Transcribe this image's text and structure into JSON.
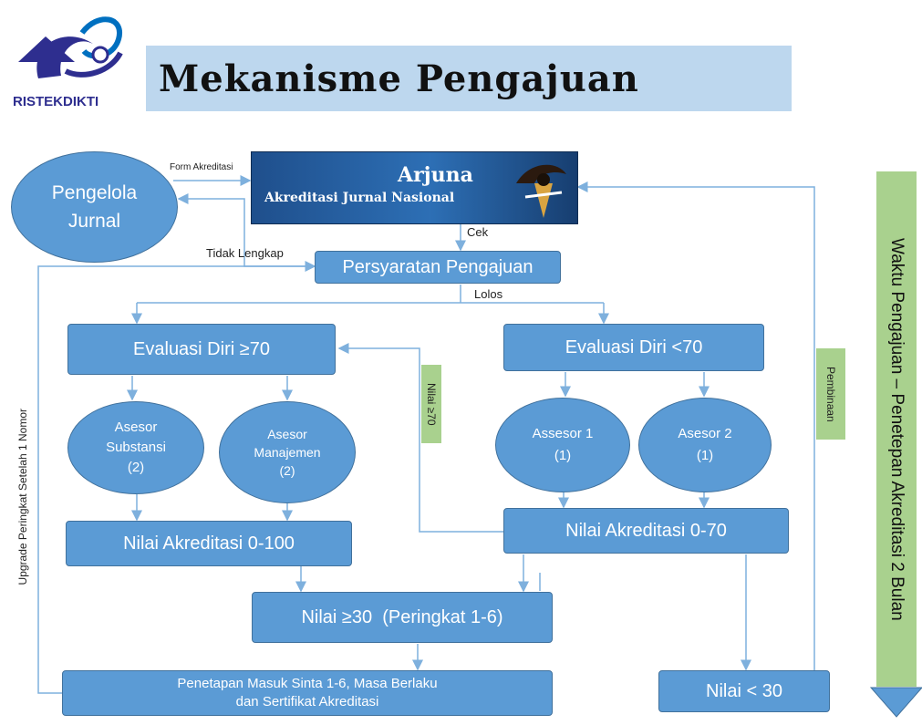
{
  "logo": {
    "text": "RISTEKDIKTI",
    "colors": {
      "primary": "#2e2e8f",
      "accent": "#0070c0"
    }
  },
  "title": "Mekanisme Pengajuan",
  "banner": {
    "title": "Arjuna",
    "subtitle": "Akreditasi Jurnal Nasional"
  },
  "nodes": {
    "pengelola": "Pengelola Jurnal",
    "persyaratan": "Persyaratan Pengajuan",
    "eval_high": "Evaluasi Diri ≥70",
    "eval_low": "Evaluasi Diri <70",
    "asesor_substansi": {
      "name": "Asesor Substansi",
      "count": "(2)"
    },
    "asesor_manajemen": {
      "name": "Asesor Manajemen",
      "count": "(2)"
    },
    "assesor1": {
      "name": "Assesor 1",
      "count": "(1)"
    },
    "asesor2": {
      "name": "Asesor 2",
      "count": "(1)"
    },
    "nilai_100": "Nilai Akreditasi 0-100",
    "nilai_70": "Nilai Akreditasi 0-70",
    "nilai_30_up": "Nilai ≥30  (Peringkat 1-6)",
    "penetapan_line1": "Penetapan Masuk Sinta 1-6, Masa Berlaku",
    "penetapan_line2": "dan Sertifikat Akreditasi",
    "nilai_30_down": "Nilai < 30"
  },
  "edge_labels": {
    "form": "Form Akreditasi",
    "cek": "Cek",
    "tidak_lengkap": "Tidak Lengkap",
    "lolos": "Lolos",
    "nilai70": "Nilai ≥70",
    "pembinaan": "Pembinaan",
    "upgrade": "Upgrade Peringkat Setelah 1 Nomor"
  },
  "side_bar": "Waktu Pengajuan – Penetepan Akreditasi 2 Bulan",
  "colors": {
    "node_fill": "#5b9bd5",
    "node_border": "#41719c",
    "title_bg": "#bdd7ee",
    "green": "#a9d18e",
    "line": "#7eb0dd"
  }
}
